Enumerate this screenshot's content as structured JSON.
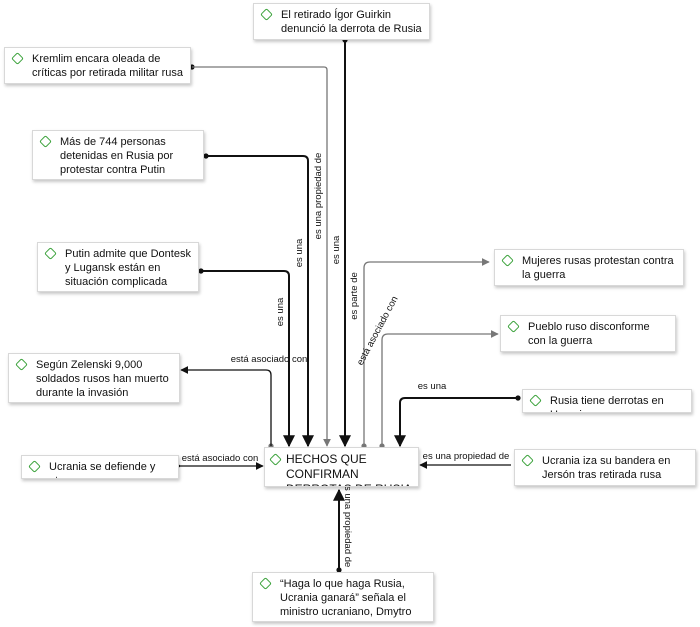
{
  "center": "HECHOS QUE CONFIRMAN DERROTAS DE RUSIA",
  "nodes": {
    "guirkin": "El retirado Ígor Guirkin denunció la derrota de Rusia",
    "kremlin": "Kremlim encara oleada de críticas por retirada militar rusa",
    "detenidas": "Más de 744 personas detenidas en Rusia por protestar contra Putin",
    "putin": "Putin admite que Dontesk y Lugansk están en situación complicada",
    "mujeres": "Mujeres rusas protestan contra la guerra",
    "pueblo": "Pueblo ruso disconforme con la guerra",
    "zelenski": "Según Zelenski 9,000 soldados rusos han muerto durante la invasión",
    "derrotas": "Rusia tiene derrotas en Ucrania",
    "defiende": "Ucrania se defiende y ataca",
    "jerson": "Ucrania iza su bandera en Jersón tras retirada rusa",
    "kuleba": "“Haga lo que haga Rusia, Ucrania ganará” señala el ministro ucraniano, Dmytro Kuleba."
  },
  "links": {
    "es_una_propiedad_de_1": "es una propiedad de",
    "es_una_1": "es una",
    "es_una_2": "es una",
    "es_una_3": "es una",
    "es_parte_de": "es parte de",
    "esta_asociado_con_1": "está asociado con",
    "esta_asociado_con_2": "está asociado con",
    "es_una_4": "es una",
    "esta_asociado_con_3": "está asociado con",
    "es_una_propiedad_de_2": "es una propiedad de",
    "es_una_propiedad_de_3": "es una propiedad de"
  },
  "colors": {
    "link": "#111111",
    "link_grey": "#777777",
    "icon": "#3fa43f"
  }
}
